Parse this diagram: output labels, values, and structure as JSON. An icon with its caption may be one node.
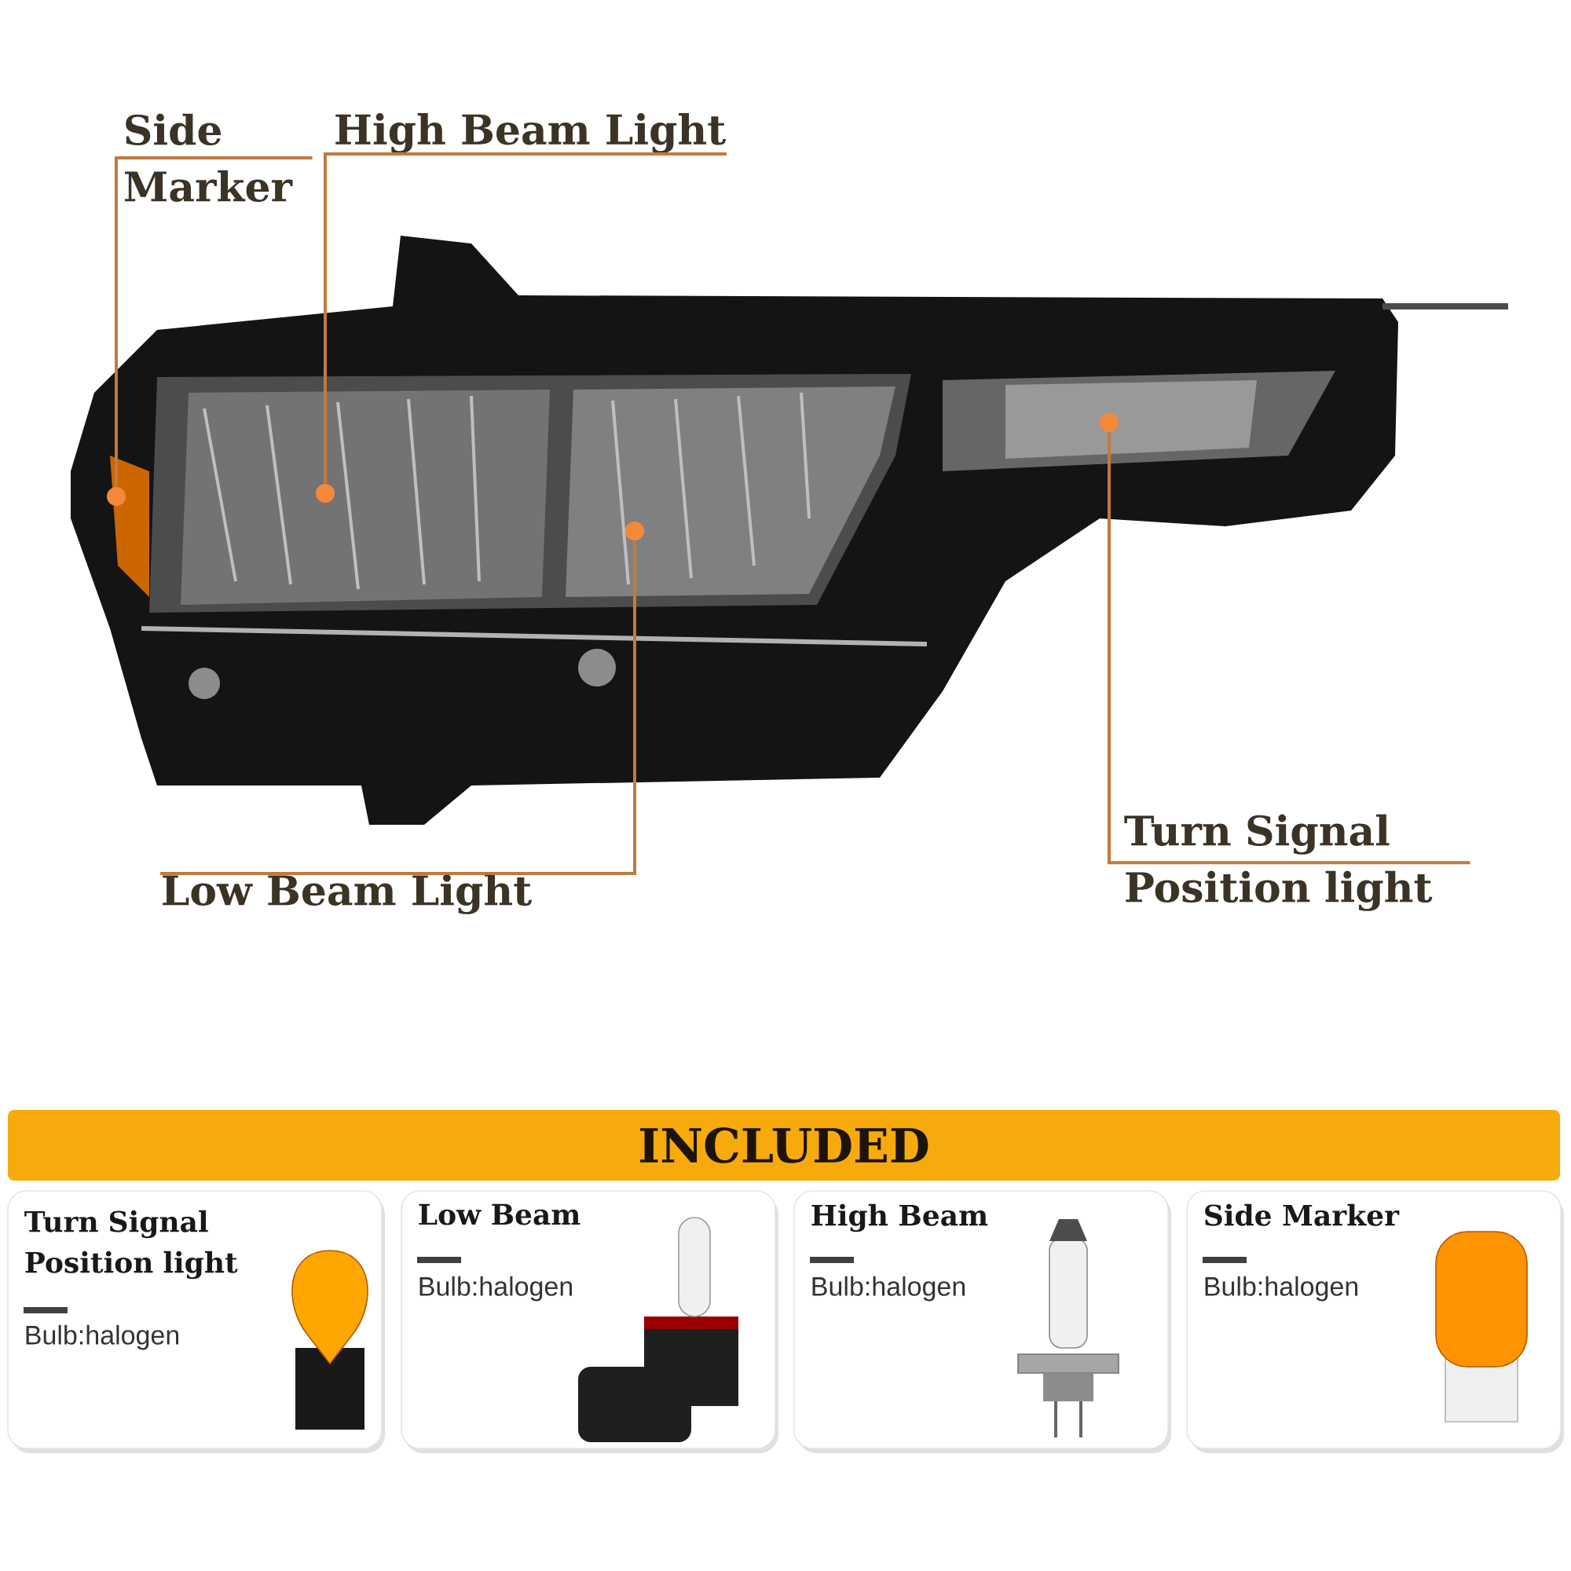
{
  "diagram": {
    "nodes": [
      {
        "text": [
          "Side Marker"
        ]
      },
      {
        "text": [
          "High Beam Light"
        ]
      },
      {
        "text": [
          "Low Beam Light"
        ]
      },
      {
        "text": [
          "Turn Signal Position light"
        ]
      },
      {
        "text": [],
        "shape": "circle"
      },
      {
        "text": [],
        "shape": "circle"
      },
      {
        "text": [],
        "shape": "circle"
      },
      {
        "text": [],
        "shape": "circle"
      },
      {
        "text": [
          "INCLUDED"
        ]
      },
      {
        "text": [
          "Turn Signal Position light",
          "Bulb:halogen"
        ]
      },
      {
        "text": [
          "Low Beam",
          "Bulb:halogen"
        ]
      },
      {
        "text": [
          "High Beam",
          "Bulb:halogen"
        ]
      },
      {
        "text": [
          "Side Marker",
          "Bulb:halogen"
        ]
      }
    ],
    "edges": [
      {
        "from": 0,
        "to": 4,
        "arrow": "none"
      },
      {
        "from": 1,
        "to": 5,
        "arrow": "none"
      },
      {
        "from": 2,
        "to": 6,
        "arrow": "none"
      },
      {
        "from": 3,
        "to": 7,
        "arrow": "none"
      }
    ]
  }
}
